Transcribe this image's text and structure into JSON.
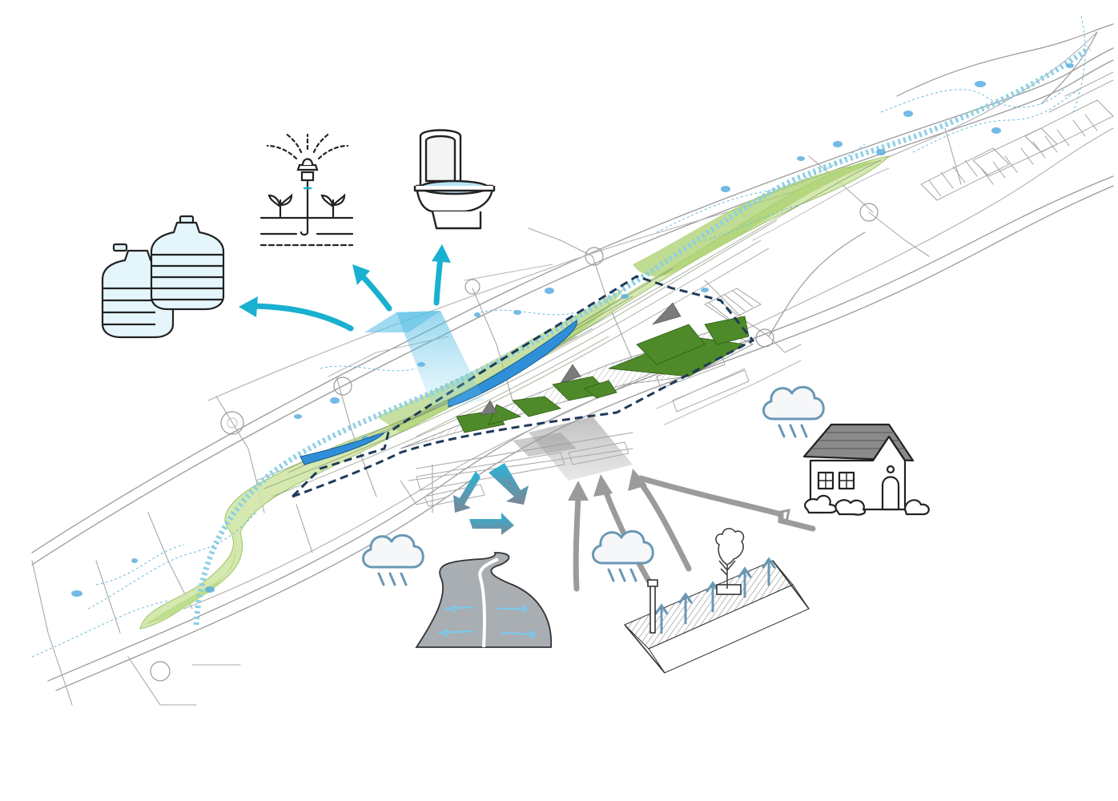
{
  "diagram": {
    "kind": "urban water reuse axonometric",
    "labels": [],
    "colors": {
      "background": "#ffffff",
      "street_line": "#9a9a9a",
      "street_line_light": "#c4c4c4",
      "park_green": "#bcd98a",
      "park_green_dark": "#8fbf56",
      "field_green": "#4f8a2a",
      "water_blue": "#2f8fd8",
      "water_light": "#7fc6e8",
      "dotted_channel": "#8ccfe6",
      "site_boundary": "#1f3a5a",
      "reuse_arrow": "#1ab0cf",
      "runoff_arrow": "#9b9b9b",
      "icon_outline": "#222222",
      "cloud": "#6a98b5"
    },
    "icons": {
      "water_jugs": "water-jug-icon",
      "irrigation": "sprinkler-irrigation-icon",
      "toilet": "toilet-icon",
      "recycle": "recycle-icon",
      "house": "house-icon",
      "road": "road-icon",
      "sidewalk": "sidewalk-tree-icon",
      "rain": "rain-cloud-icon"
    },
    "flows": {
      "reuse_outputs": [
        "drinking-water",
        "irrigation",
        "toilet-flushing"
      ],
      "runoff_inputs": [
        "road",
        "sidewalk",
        "house-roof"
      ]
    }
  }
}
